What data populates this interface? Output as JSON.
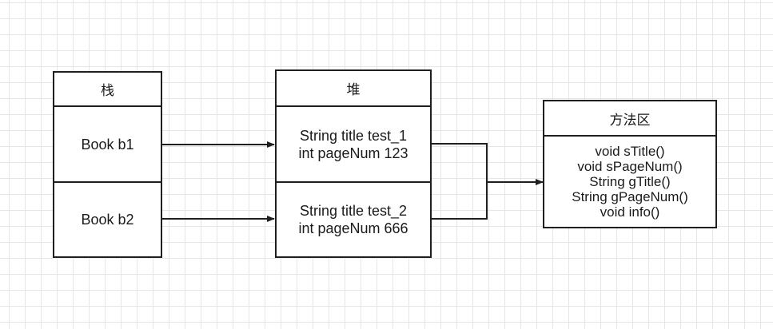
{
  "stack": {
    "header": "栈",
    "cells": [
      "Book b1",
      "Book b2"
    ]
  },
  "heap": {
    "header": "堆",
    "objects": [
      {
        "line1": "String title test_1",
        "line2": "int pageNum 123"
      },
      {
        "line1": "String title test_2",
        "line2": "int pageNum 666"
      }
    ]
  },
  "method_area": {
    "header": "方法区",
    "methods": [
      "void sTitle()",
      "void sPageNum()",
      "String gTitle()",
      "String gPageNum()",
      "void info()"
    ]
  }
}
